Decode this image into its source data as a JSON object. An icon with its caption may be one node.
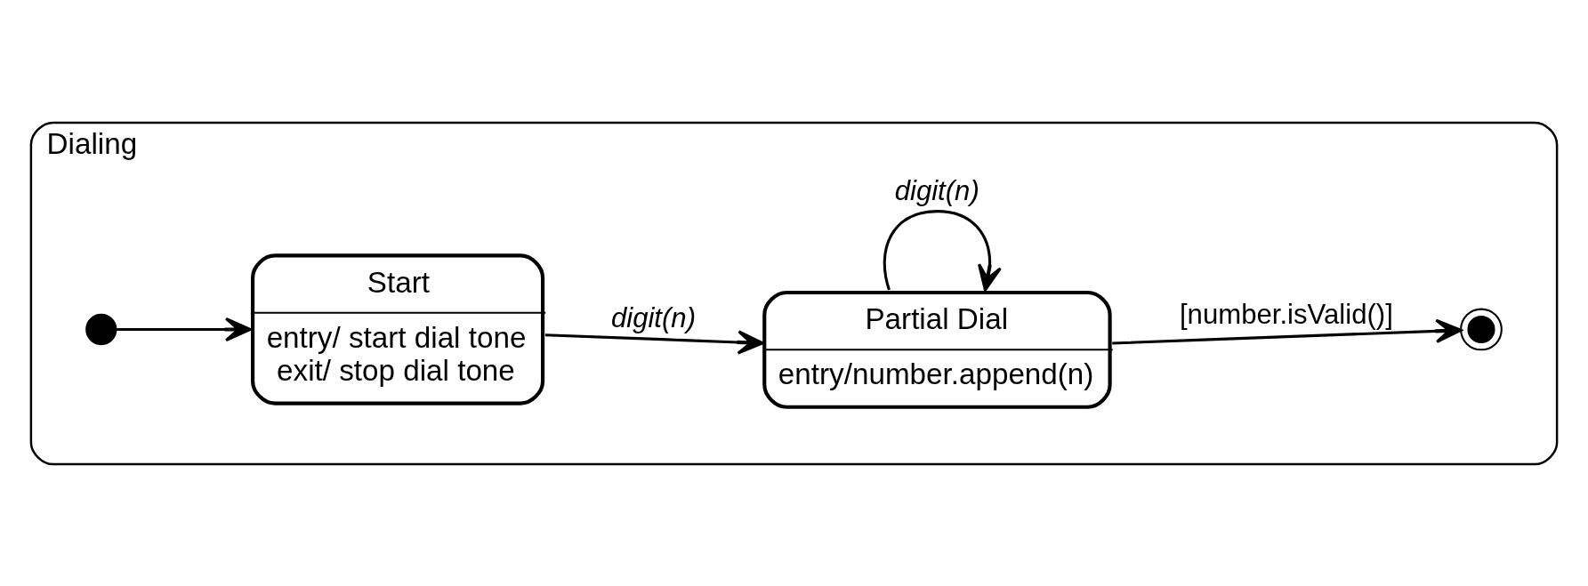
{
  "diagram": {
    "nodes": [
      {
        "text": [
          "Dialing"
        ]
      },
      {
        "text": [],
        "shape": "circle",
        "in": 0
      },
      {
        "text": [
          "Start",
          "entry/ start dial tone",
          "exit/ stop dial tone"
        ],
        "in": 0
      },
      {
        "text": [
          "Partial Dial",
          "entry/number.append(n)"
        ],
        "in": 0
      },
      {
        "text": [],
        "shape": "bullseye",
        "in": 0
      }
    ],
    "edges": [
      {
        "from": 1,
        "to": 2,
        "arrow": "to"
      },
      {
        "from": 2,
        "to": 3,
        "arrow": "to",
        "label": "digit(n)"
      },
      {
        "from": 3,
        "to": 4,
        "arrow": "to",
        "label": "[number.isValid()]"
      },
      {
        "from": 3,
        "to": 3,
        "arrow": "to",
        "label": "digit(n)"
      }
    ]
  }
}
